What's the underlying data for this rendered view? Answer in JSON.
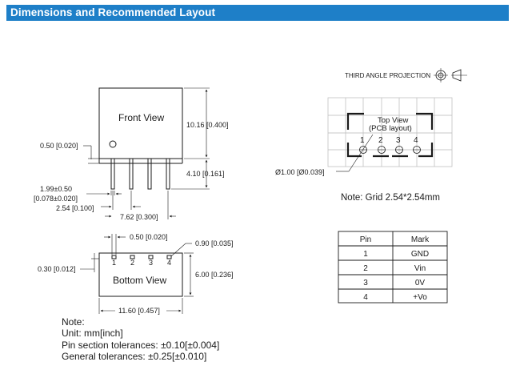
{
  "header": {
    "title": "Dimensions and Recommended Layout"
  },
  "front_view": {
    "label": "Front View",
    "dims": {
      "height": "10.16 [0.400]",
      "standoff": "0.50 [0.020]",
      "pin_length": "4.10 [0.161]",
      "pin_width_a": "1.99±0.50",
      "pin_width_b": "[0.078±0.020]",
      "pitch": "2.54 [0.100]",
      "span": "7.62 [0.300]"
    }
  },
  "bottom_view": {
    "label": "Bottom View",
    "pins": [
      "1",
      "2",
      "3",
      "4"
    ],
    "dims": {
      "pin_offset": "0.50 [0.020]",
      "pad_size": "0.90 [0.035]",
      "edge_margin": "0.30 [0.012]",
      "width": "6.00 [0.236]",
      "length": "11.60 [0.457]"
    }
  },
  "notes": {
    "heading": "Note:",
    "lines": [
      "Unit: mm[inch]",
      "Pin section tolerances: ±0.10[±0.004]",
      "General tolerances: ±0.25[±0.010]"
    ]
  },
  "top_view": {
    "projection_label": "THIRD ANGLE PROJECTION",
    "label_line1": "Top View",
    "label_line2": "(PCB layout)",
    "pins": [
      "1",
      "2",
      "3",
      "4"
    ],
    "hole_dim": "Ø1.00 [Ø0.039]",
    "grid_note": "Note: Grid 2.54*2.54mm"
  },
  "pin_table": {
    "headers": [
      "Pin",
      "Mark"
    ],
    "rows": [
      [
        "1",
        "GND"
      ],
      [
        "2",
        "Vin"
      ],
      [
        "3",
        "0V"
      ],
      [
        "4",
        "+Vo"
      ]
    ]
  }
}
